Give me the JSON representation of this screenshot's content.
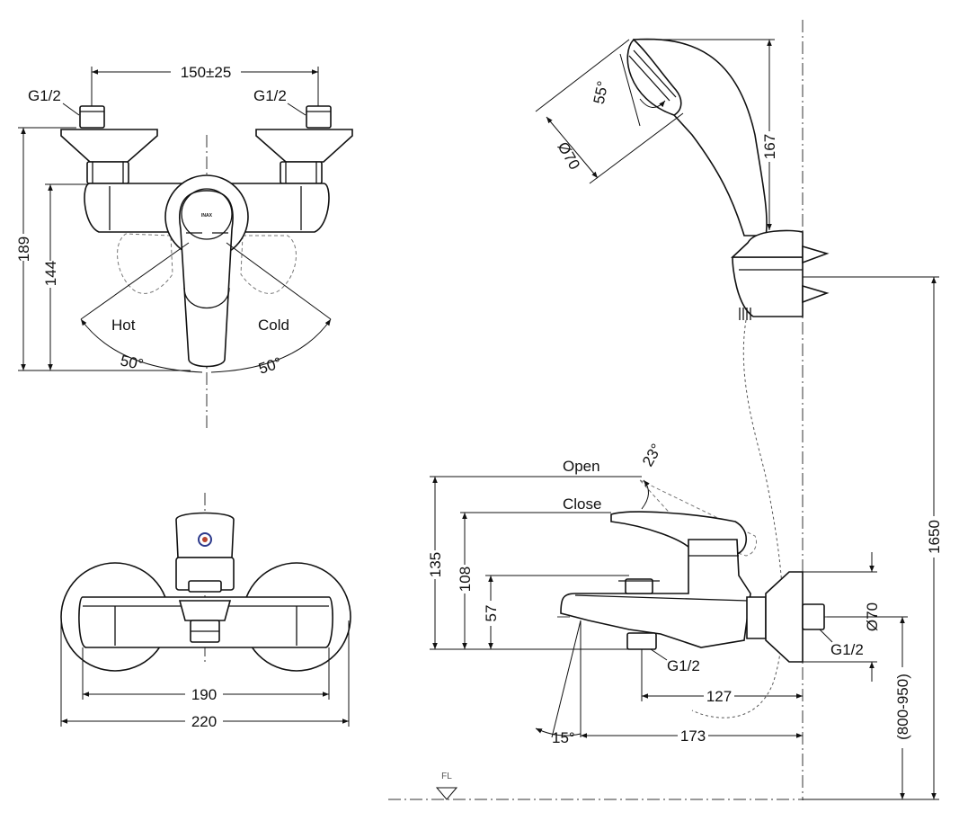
{
  "front_view": {
    "inlet_spacing": "150±25",
    "left_thread": "G1/2",
    "right_thread": "G1/2",
    "height_total": "189",
    "height_lever": "144",
    "hot_label": "Hot",
    "cold_label": "Cold",
    "angle_left": "50°",
    "angle_right": "50°",
    "brand_mark": "INAX"
  },
  "bottom_view": {
    "inner_width": "190",
    "outer_width": "220"
  },
  "side_view": {
    "open_label": "Open",
    "open_angle": "23°",
    "close_label": "Close",
    "height_open": "135",
    "height_close": "108",
    "height_spout": "57",
    "flange_diameter": "Ø70",
    "inlet_thread": "G1/2",
    "outlet_thread": "G1/2",
    "spout_reach": "127",
    "spout_angle": "15°",
    "total_reach": "173",
    "mount_height": "(800-950)",
    "holder_height": "1650",
    "floor_label": "FL"
  },
  "shower_view": {
    "head_diameter": "Ø70",
    "head_angle": "55°",
    "head_length": "167"
  }
}
